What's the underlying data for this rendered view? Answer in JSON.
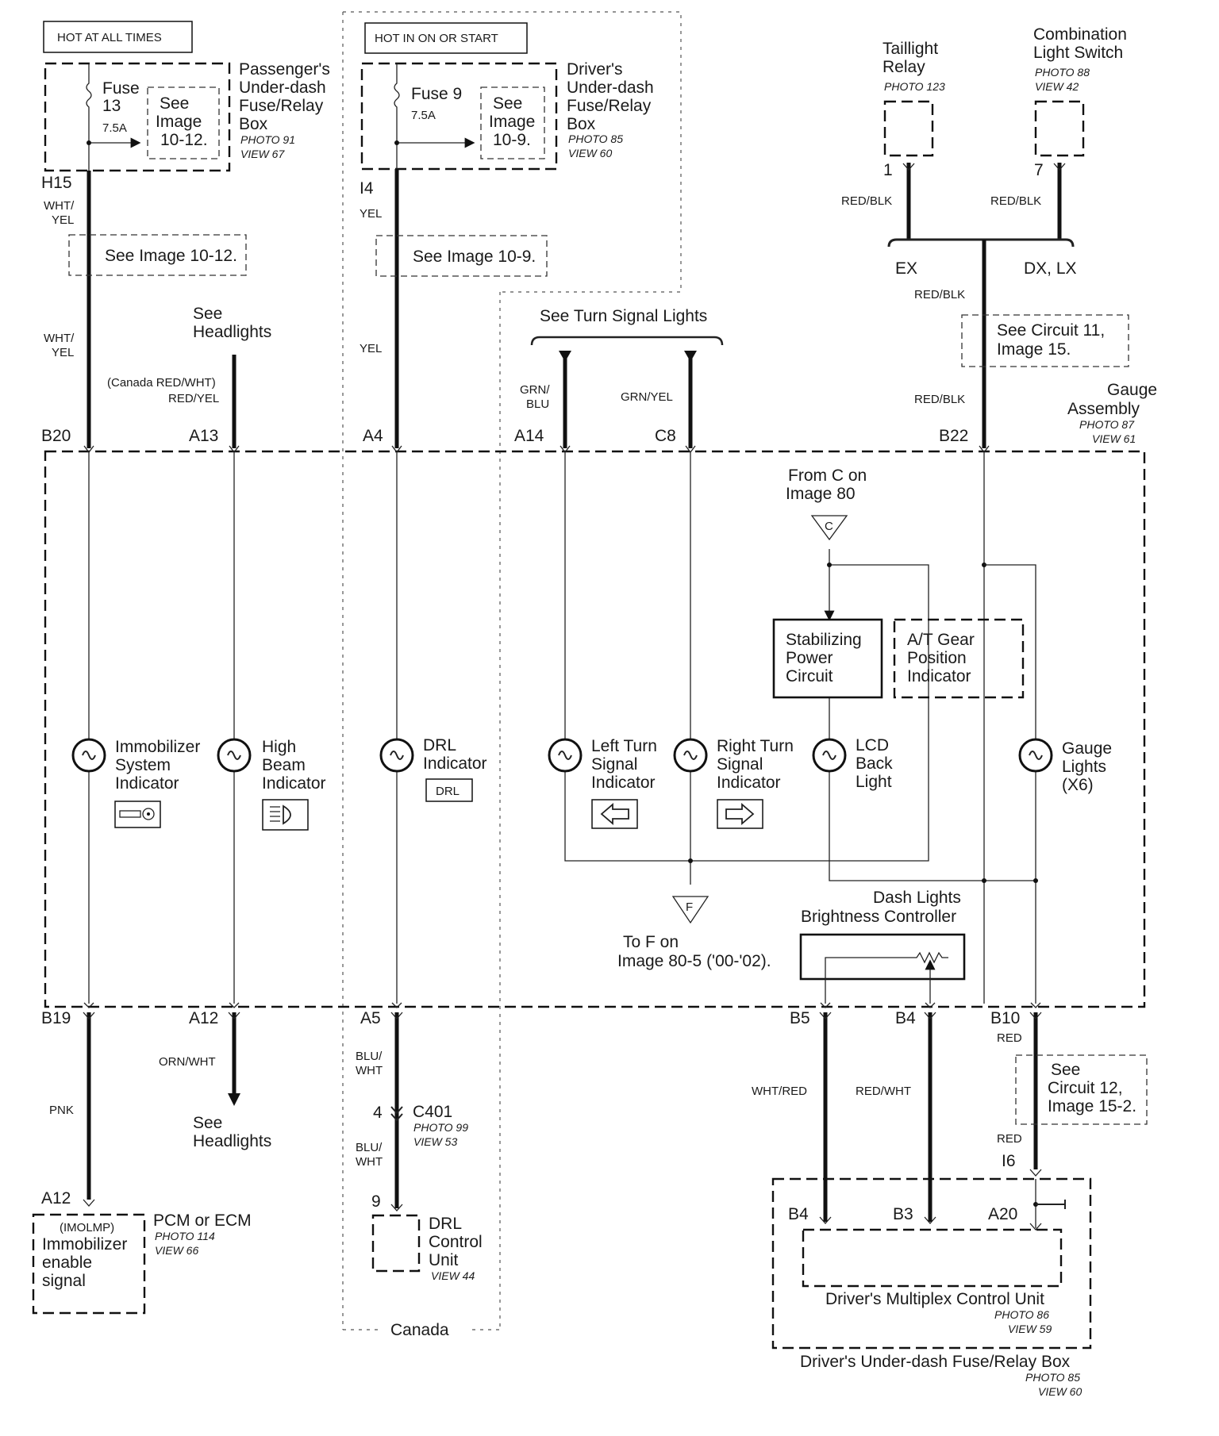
{
  "headers": {
    "hot_always": "HOT AT ALL TIMES",
    "hot_on_start": "HOT IN ON OR START"
  },
  "pass_box": {
    "fuse_label": "Fuse",
    "fuse_num": "13",
    "amps": "7.5A",
    "see1": "See",
    "see2": "Image",
    "see3": "10-12.",
    "name1": "Passenger's",
    "name2": "Under-dash",
    "name3": "Fuse/Relay",
    "name4": "Box",
    "photo": "PHOTO 91",
    "view": "VIEW 67"
  },
  "drv_box": {
    "fuse_label": "Fuse 9",
    "amps": "7.5A",
    "see1": "See",
    "see2": "Image",
    "see3": "10-9.",
    "name1": "Driver's",
    "name2": "Under-dash",
    "name3": "Fuse/Relay",
    "name4": "Box",
    "photo": "PHOTO 85",
    "view": "VIEW 60"
  },
  "taillight": {
    "name1": "Taillight",
    "name2": "Relay",
    "photo": "PHOTO 123",
    "pin": "1",
    "wire": "RED/BLK"
  },
  "combo": {
    "name1": "Combination",
    "name2": "Light Switch",
    "photo": "PHOTO 88",
    "view": "VIEW 42",
    "pin": "7",
    "wire": "RED/BLK"
  },
  "labels": {
    "h15": "H15",
    "wht1": "WHT/",
    "yel1": "YEL",
    "see_10_12": "See Image 10-12.",
    "wht2": "WHT/",
    "yel2": "YEL",
    "i4": "I4",
    "yel3": "YEL",
    "see_10_9": "See Image 10-9.",
    "yel4": "YEL",
    "see_headlights1": "See",
    "see_headlights2": "Headlights",
    "canada_wire": "(Canada RED/WHT)",
    "red_yel": "RED/YEL",
    "see_turn": "See Turn Signal Lights",
    "grn_blu1": "GRN/",
    "grn_blu2": "BLU",
    "grn_yel": "GRN/YEL",
    "ex": "EX",
    "dxlx": "DX, LX",
    "red_blk3": "RED/BLK",
    "see_c11_1": "See Circuit 11,",
    "see_c11_2": "Image 15.",
    "red_blk4": "RED/BLK",
    "gauge1": "Gauge",
    "gauge2": "Assembly",
    "gauge_photo": "PHOTO 87",
    "gauge_view": "VIEW 61",
    "b20": "B20",
    "a13": "A13",
    "a4": "A4",
    "a14": "A14",
    "c8": "C8",
    "b22": "B22",
    "from_c1": "From C on",
    "from_c2": "Image 80",
    "c_tri": "C",
    "stab1": "Stabilizing",
    "stab2": "Power",
    "stab3": "Circuit",
    "at1": "A/T Gear",
    "at2": "Position",
    "at3": "Indicator",
    "imm1": "Immobilizer",
    "imm2": "System",
    "imm3": "Indicator",
    "hb1": "High",
    "hb2": "Beam",
    "hb3": "Indicator",
    "drl1": "DRL",
    "drl2": "Indicator",
    "drl_badge": "DRL",
    "lt1": "Left Turn",
    "lt2": "Signal",
    "lt3": "Indicator",
    "rt1": "Right Turn",
    "rt2": "Signal",
    "rt3": "Indicator",
    "lcd1": "LCD",
    "lcd2": "Back",
    "lcd3": "Light",
    "gl1": "Gauge",
    "gl2": "Lights",
    "gl3": "(X6)",
    "f_tri": "F",
    "to_f1": "To F on",
    "to_f2": "Image 80-5 ('00-'02).",
    "dash1": "Dash Lights",
    "dash2": "Brightness Controller",
    "b19": "B19",
    "a12": "A12",
    "a5": "A5",
    "b5": "B5",
    "b4": "B4",
    "b10": "B10",
    "orn_wht": "ORN/WHT",
    "pnk": "PNK",
    "see_hl_b1": "See",
    "see_hl_b2": "Headlights",
    "blu_wht1a": "BLU/",
    "blu_wht1b": "WHT",
    "c401_pin": "4",
    "c401": "C401",
    "c401_photo": "PHOTO 99",
    "c401_view": "VIEW 53",
    "blu_wht2a": "BLU/",
    "blu_wht2b": "WHT",
    "pin9": "9",
    "drlcu1": "DRL",
    "drlcu2": "Control",
    "drlcu3": "Unit",
    "drlcu_view": "VIEW 44",
    "canada": "Canada",
    "a12b": "A12",
    "pcm_imo": "(IMOLMP)",
    "pcm_l1": "Immobilizer",
    "pcm_l2": "enable",
    "pcm_l3": "signal",
    "pcm": "PCM or ECM",
    "pcm_photo": "PHOTO 114",
    "pcm_view": "VIEW 66",
    "wht_red": "WHT/RED",
    "red_wht": "RED/WHT",
    "red1": "RED",
    "see_c12_1": "See",
    "see_c12_2": "Circuit 12,",
    "see_c12_3": "Image 15-2.",
    "red2": "RED",
    "i6": "I6",
    "mb4": "B4",
    "mb3": "B3",
    "a20": "A20",
    "mcu": "Driver's Multiplex Control Unit",
    "mcu_photo": "PHOTO 86",
    "mcu_view": "VIEW 59",
    "fuse_box": "Driver's Under-dash Fuse/Relay Box",
    "fb_photo": "PHOTO 85",
    "fb_view": "VIEW 60"
  }
}
